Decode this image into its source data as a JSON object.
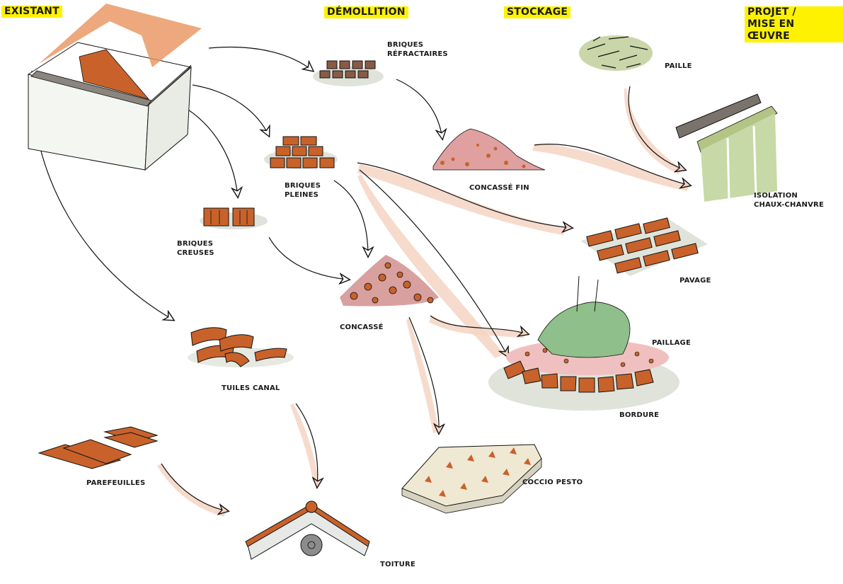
{
  "title": "Flux de réemploi des matériaux",
  "columns": [
    {
      "id": "existant",
      "label_lines": [
        "EXISTANT"
      ]
    },
    {
      "id": "demolition",
      "label_lines": [
        "DÉMOLLITION"
      ]
    },
    {
      "id": "stockage",
      "label_lines": [
        "STOCKAGE"
      ]
    },
    {
      "id": "projet",
      "label_lines": [
        "PROJET /",
        "MISE EN ŒUVRE"
      ]
    }
  ],
  "nodes": {
    "existant_building": {
      "label_lines": [],
      "icon": "building-section-icon"
    },
    "briques_refractaires": {
      "label_lines": [
        "BRIQUES",
        "RÉFRACTAIRES"
      ],
      "icon": "refractory-bricks-icon"
    },
    "briques_pleines": {
      "label_lines": [
        "BRIQUES",
        "PLEINES"
      ],
      "icon": "solid-bricks-icon"
    },
    "briques_creuses": {
      "label_lines": [
        "BRIQUES",
        "CREUSES"
      ],
      "icon": "hollow-bricks-icon"
    },
    "tuiles_canal": {
      "label_lines": [
        "TUILES CANAL"
      ],
      "icon": "canal-tiles-icon"
    },
    "parefeuilles": {
      "label_lines": [
        "PAREFEUILLES"
      ],
      "icon": "flat-tiles-icon"
    },
    "concasse_fin": {
      "label_lines": [
        "CONCASSÉ FIN"
      ],
      "icon": "fine-crushed-pile-icon"
    },
    "concasse": {
      "label_lines": [
        "CONCASSÉ"
      ],
      "icon": "crushed-pile-icon"
    },
    "paille": {
      "label_lines": [
        "PAILLE"
      ],
      "icon": "straw-icon"
    },
    "isolation": {
      "label_lines": [
        "ISOLATION",
        "CHAUX-CHANVRE"
      ],
      "icon": "hemp-lime-wall-icon"
    },
    "pavage": {
      "label_lines": [
        "PAVAGE"
      ],
      "icon": "paving-icon"
    },
    "paillage": {
      "label_lines": [
        "PAILLAGE"
      ],
      "icon": "mulch-icon"
    },
    "bordure": {
      "label_lines": [
        "BORDURE"
      ],
      "icon": "border-bricks-icon"
    },
    "coccio_pesto": {
      "label_lines": [
        "COCCIO PESTO"
      ],
      "icon": "coccio-pesto-slab-icon"
    },
    "toiture": {
      "label_lines": [
        "TOITURE"
      ],
      "icon": "roof-ridge-icon"
    }
  },
  "flows": [
    {
      "from": "existant_building",
      "to": "briques_refractaires",
      "style": "line"
    },
    {
      "from": "existant_building",
      "to": "briques_pleines",
      "style": "line"
    },
    {
      "from": "existant_building",
      "to": "briques_creuses",
      "style": "line"
    },
    {
      "from": "existant_building",
      "to": "tuiles_canal",
      "style": "line"
    },
    {
      "from": "briques_refractaires",
      "to": "concasse_fin",
      "style": "line"
    },
    {
      "from": "briques_pleines",
      "to": "concasse",
      "style": "line"
    },
    {
      "from": "briques_creuses",
      "to": "concasse",
      "style": "line"
    },
    {
      "from": "briques_pleines",
      "to": "pavage",
      "style": "ribbon"
    },
    {
      "from": "briques_pleines",
      "to": "bordure",
      "style": "ribbon"
    },
    {
      "from": "concasse_fin",
      "to": "isolation",
      "style": "ribbon"
    },
    {
      "from": "paille",
      "to": "isolation",
      "style": "ribbon"
    },
    {
      "from": "concasse",
      "to": "paillage",
      "style": "ribbon"
    },
    {
      "from": "concasse",
      "to": "coccio_pesto",
      "style": "ribbon"
    },
    {
      "from": "tuiles_canal",
      "to": "toiture",
      "style": "ribbon"
    },
    {
      "from": "parefeuilles",
      "to": "toiture",
      "style": "ribbon"
    }
  ],
  "colors": {
    "header_highlight": "#fff200",
    "brick": "#c8622a",
    "brick_refractory": "#8a5a44",
    "flow_ribbon": "#f5d5c3",
    "pink_pile": "#e0a0a0",
    "straw_green": "#a9bf6f",
    "hemp_green": "#c6d9a6",
    "leaf_green": "#8fbf8a",
    "shadow_grey": "#dfe3da",
    "ink": "#111111",
    "roof_overlay": "#e8925c"
  }
}
